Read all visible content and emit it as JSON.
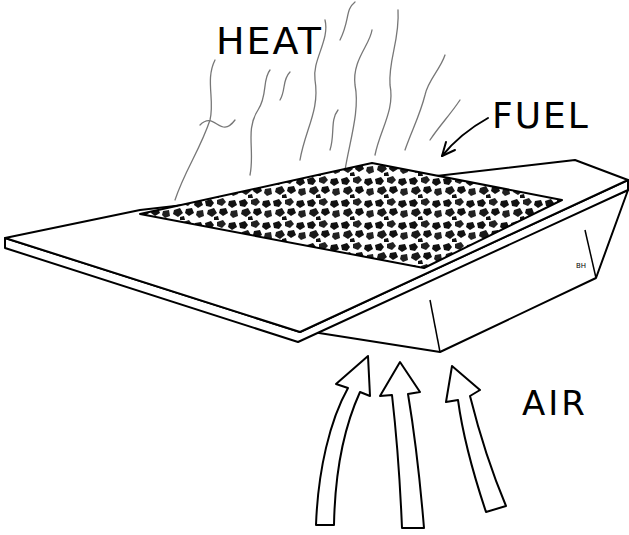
{
  "diagram": {
    "labels": [
      "HEAT",
      "FUEL",
      "AIR",
      "BH"
    ]
  }
}
